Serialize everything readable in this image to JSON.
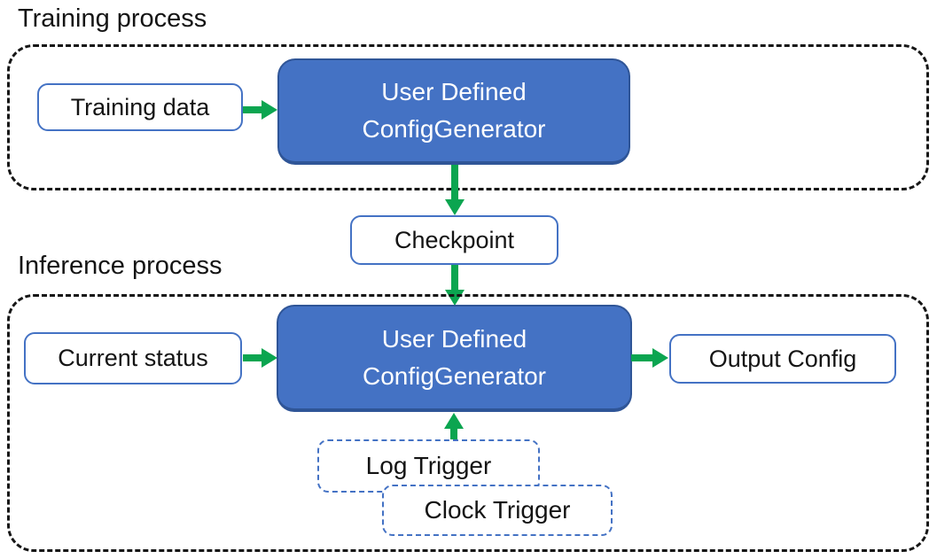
{
  "diagram": {
    "training": {
      "title": "Training process",
      "input_box_label": "Training data",
      "generator_line1": "User Defined",
      "generator_line2": "ConfigGenerator"
    },
    "checkpoint_label": "Checkpoint",
    "inference": {
      "title": "Inference process",
      "input_box_label": "Current status",
      "generator_line1": "User Defined",
      "generator_line2": "ConfigGenerator",
      "output_box_label": "Output Config",
      "log_trigger_label": "Log Trigger",
      "clock_trigger_label": "Clock Trigger"
    },
    "colors": {
      "generator_fill": "#4472C4",
      "generator_border": "#2F5597",
      "io_box_border": "#4472C4",
      "trigger_border_dashed": "#4472C4",
      "arrow_green": "#0BA550",
      "container_dash": "#161616",
      "text_dark": "#141414",
      "text_on_blue": "#ffffff"
    }
  }
}
